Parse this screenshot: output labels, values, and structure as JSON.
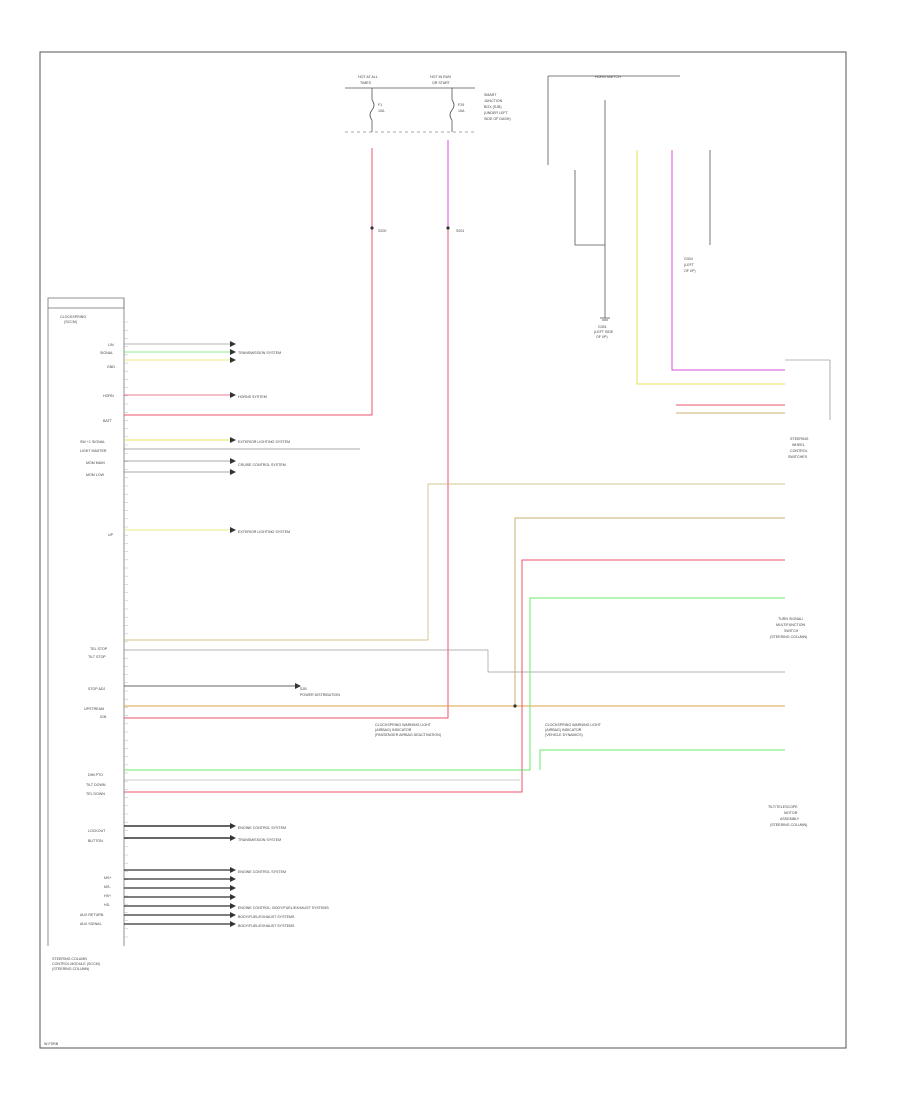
{
  "diagram": {
    "footer_code": "W-FSRB",
    "module_label_lines": [
      "STEERING COLUMN",
      "CONTROL MODULE (SCCM)",
      "(STEERING COLUMN)"
    ],
    "module_header_lines": [
      "CLOCKSPRING",
      "(SCCM)"
    ],
    "fuse_a": {
      "title": "HOT AT ALL",
      "sub": "TIMES",
      "fuse": "F1",
      "amp": "10A"
    },
    "fuse_b": {
      "title": "HOT IN RUN",
      "sub": "OR START",
      "fuse": "F29",
      "amp": "10A"
    },
    "fuse_panel_label": [
      "SMART",
      "JUNCTION",
      "BOX (SJB)",
      "(UNDER LEFT",
      "SIDE OF DASH)"
    ],
    "ground_label": [
      "G301",
      "(LEFT SIDE",
      "OF I/P)"
    ],
    "splice_labels": [
      "S200",
      "S201"
    ],
    "horn_switch_label": "HORN SWITCH",
    "right_ground_label": [
      "G304",
      "(LEFT",
      "OF I/P)"
    ],
    "right_top_module_lines": [
      "STEERING",
      "WHEEL",
      "CONTROL",
      "SWITCHES"
    ],
    "right_mid_module_lines": [
      "TURN SIGNAL/",
      "MULTIFUNCTION",
      "SWITCH",
      "(STEERING COLUMN)"
    ],
    "right_bottom_module_lines": [
      "TILT/TELESCOPE",
      "MOTOR",
      "ASSEMBLY",
      "(STEERING COLUMN)"
    ],
    "mid_note_lines": [
      "CLOCKSPRING WARNING LIGHT",
      "(AIRBAG) INDICATOR",
      "(PASSENGER AIRBAG DEACTIVATION)"
    ],
    "mid_note2_lines": [
      "CLOCKSPRING WARNING LIGHT",
      "(AIRBAG) INDICATOR",
      "(VEHICLE DYNAMICS)"
    ],
    "left_pin_labels": [
      "LIN",
      "SIGNAL",
      "GND",
      "HORN",
      "BATT",
      "SW +1 SIGNAL",
      "LIGHT MASTER",
      "MOM MAIN",
      "MOM LOW",
      "UP",
      "TEL STOP",
      "TILT STOP",
      "STOP ADJ",
      "UPSTREAM",
      "IGN",
      "DIM PTO",
      "TILT DOWN",
      "TEL DOWN",
      "LOCKOUT",
      "BUTTON",
      "MS+",
      "MS-",
      "HS+",
      "HS-",
      "AUX RETURN",
      "AUX SIGNAL"
    ],
    "destinations": [
      "TRANSMISSION SYSTEM",
      "HORNS SYSTEM",
      "EXTERIOR LIGHTING SYSTEM",
      "CRUISE CONTROL SYSTEM",
      "EXTERIOR LIGHTING SYSTEM",
      "SJB",
      "POWER DISTRIBUTION",
      "ENGINE CONTROL SYSTEM",
      "TRANSMISSION SYSTEM",
      "ENGINE CONTROL SYSTEM",
      "ENGINE CONTROL: BODY/FUEL/EXHAUST SYSTEMS",
      "BODY/FUEL/EXHAUST SYSTEMS",
      "BODY/FUEL/EXHAUST SYSTEMS"
    ],
    "wire_colors": {
      "red": "#e8536a",
      "pink": "#f0a0b0",
      "magenta": "#d54fd8",
      "yellow": "#e8e05a",
      "green": "#6ee86e",
      "tan": "#c8b070",
      "orange": "#e0a040",
      "grey": "#9a9a9a",
      "dark": "#333333"
    }
  }
}
